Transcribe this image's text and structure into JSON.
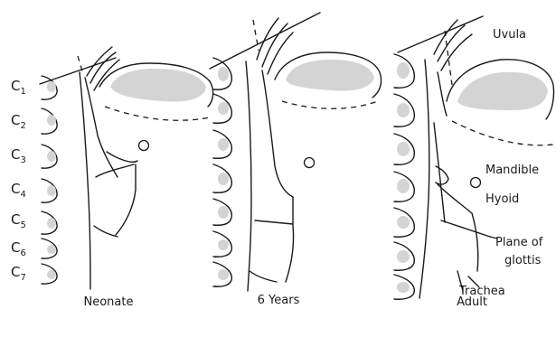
{
  "panels": [
    {
      "id": "neonate",
      "caption": "Neonate"
    },
    {
      "id": "six-years",
      "caption": "6 Years"
    },
    {
      "id": "adult",
      "caption": "Adult"
    }
  ],
  "vertebrae": [
    {
      "base": "C",
      "sub": "1"
    },
    {
      "base": "C",
      "sub": "2"
    },
    {
      "base": "C",
      "sub": "3"
    },
    {
      "base": "C",
      "sub": "4"
    },
    {
      "base": "C",
      "sub": "5"
    },
    {
      "base": "C",
      "sub": "6"
    },
    {
      "base": "C",
      "sub": "7"
    }
  ],
  "annotations": {
    "uvula": "Uvula",
    "mandible": "Mandible",
    "hyoid": "Hyoid",
    "plane_line1": "Plane of",
    "plane_line2": "glottis",
    "trachea": "Trachea"
  },
  "colors": {
    "line": "#1a1a1a",
    "shade": "#d4d4d4"
  }
}
